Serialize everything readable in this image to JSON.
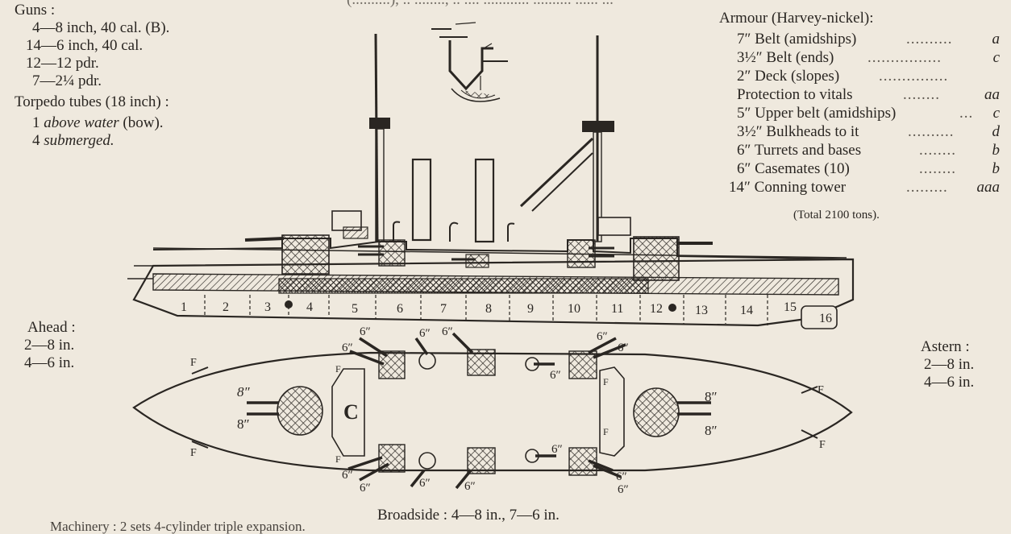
{
  "top_line": "(..........), .. ........, .. .... ............ .......... ...... ...",
  "guns": {
    "heading": "Guns :",
    "lines": [
      "4—8 inch, 40 cal. (B).",
      "14—6 inch, 40 cal.",
      "12—12 pdr.",
      "7—2¼ pdr."
    ]
  },
  "torpedo": {
    "heading": "Torpedo tubes (18 inch) :",
    "lines": [
      {
        "count": "1",
        "text": "above water",
        "suffix": " (bow)."
      },
      {
        "count": "4",
        "text": "submerged.",
        "suffix": ""
      }
    ]
  },
  "armour": {
    "heading": "Armour (Harvey-nickel):",
    "rows": [
      {
        "label": "7″ Belt (amidships)",
        "dots": "..........",
        "code": "a"
      },
      {
        "label": "3½″ Belt (ends)",
        "dots": "................",
        "code": "c"
      },
      {
        "label": "2″ Deck (slopes)",
        "dots": "...............",
        "code": ""
      },
      {
        "label": "Protection to vitals",
        "dots": "........",
        "code": "aa"
      },
      {
        "label": "5″ Upper belt (amidships)",
        "dots": "...",
        "code": "c"
      },
      {
        "label": "3½″ Bulkheads to it",
        "dots": "..........",
        "code": "d"
      },
      {
        "label": "6″ Turrets and bases",
        "dots": "........",
        "code": "b"
      },
      {
        "label": "6″ Casemates (10)",
        "dots": "........",
        "code": "b"
      },
      {
        "label": "14″ Conning tower",
        "dots": ".........",
        "code": "aaa"
      }
    ],
    "total": "(Total 2100 tons)."
  },
  "ahead": {
    "label": "Ahead :",
    "lines": [
      "2—8 in.",
      "4—6 in."
    ]
  },
  "astern": {
    "label": "Astern :",
    "lines": [
      "2—8 in.",
      "4—6 in."
    ]
  },
  "broadside": "Broadside :  4—8 in., 7—6 in.",
  "machinery": "Machinery :  2 sets 4-cylinder triple expansion.",
  "sections": [
    "1",
    "2",
    "3",
    "4",
    "5",
    "6",
    "7",
    "8",
    "9",
    "10",
    "11",
    "12",
    "13",
    "14",
    "15",
    "16"
  ],
  "plan_labels": {
    "gun_8": "8″",
    "gun_6": "6″",
    "fire": "F"
  }
}
